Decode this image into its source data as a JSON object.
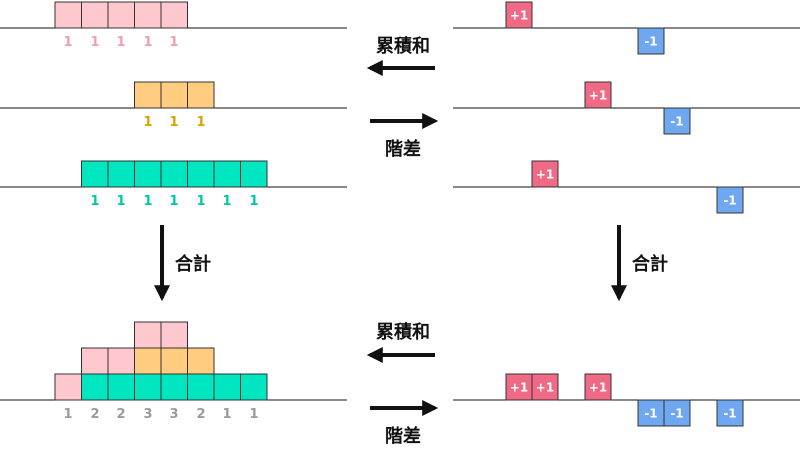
{
  "colors": {
    "pink": "#ffc8cf",
    "pink_text": "#f0a0aa",
    "orange": "#ffcc80",
    "orange_text": "#d4a400",
    "teal": "#00e6c0",
    "teal_text": "#00c8a6",
    "sum_text": "#9a9a9a",
    "plus_box": "#f06a86",
    "minus_box": "#6fa8f0",
    "line": "#111111"
  },
  "labels": {
    "cumsum": "累積和",
    "diff": "階差",
    "total": "合計"
  },
  "left": {
    "rows": [
      {
        "name": "pink",
        "values": [
          "1",
          "1",
          "1",
          "1",
          "1"
        ]
      },
      {
        "name": "orange",
        "values": [
          "1",
          "1",
          "1"
        ]
      },
      {
        "name": "teal",
        "values": [
          "1",
          "1",
          "1",
          "1",
          "1",
          "1",
          "1"
        ]
      }
    ],
    "sum_values": [
      "1",
      "2",
      "2",
      "3",
      "3",
      "2",
      "1",
      "1"
    ]
  },
  "right": {
    "rows": [
      {
        "plus": "+1",
        "minus": "-1"
      },
      {
        "plus": "+1",
        "minus": "-1"
      },
      {
        "plus": "+1",
        "minus": "-1"
      }
    ],
    "sum_plus": [
      "+1",
      "+1",
      "+1"
    ],
    "sum_minus": [
      "-1",
      "-1",
      "-1"
    ]
  }
}
